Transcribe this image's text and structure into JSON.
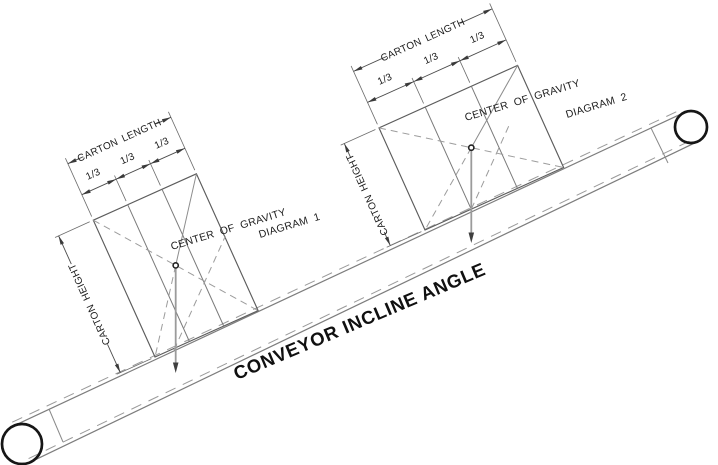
{
  "conveyor": {
    "label": "CONVEYOR INCLINE ANGLE"
  },
  "diagrams": [
    {
      "name": "DIAGRAM 1",
      "length_label": "CARTON LENGTH",
      "height_label": "CARTON HEIGHT",
      "cog_label": "CENTER OF GRAVITY",
      "thirds": [
        "1/3",
        "1/3",
        "1/3"
      ]
    },
    {
      "name": "DIAGRAM 2",
      "length_label": "CARTON LENGTH",
      "height_label": "CARTON HEIGHT",
      "cog_label": "CENTER OF GRAVITY",
      "thirds": [
        "1/3",
        "1/3",
        "1/3"
      ]
    }
  ]
}
